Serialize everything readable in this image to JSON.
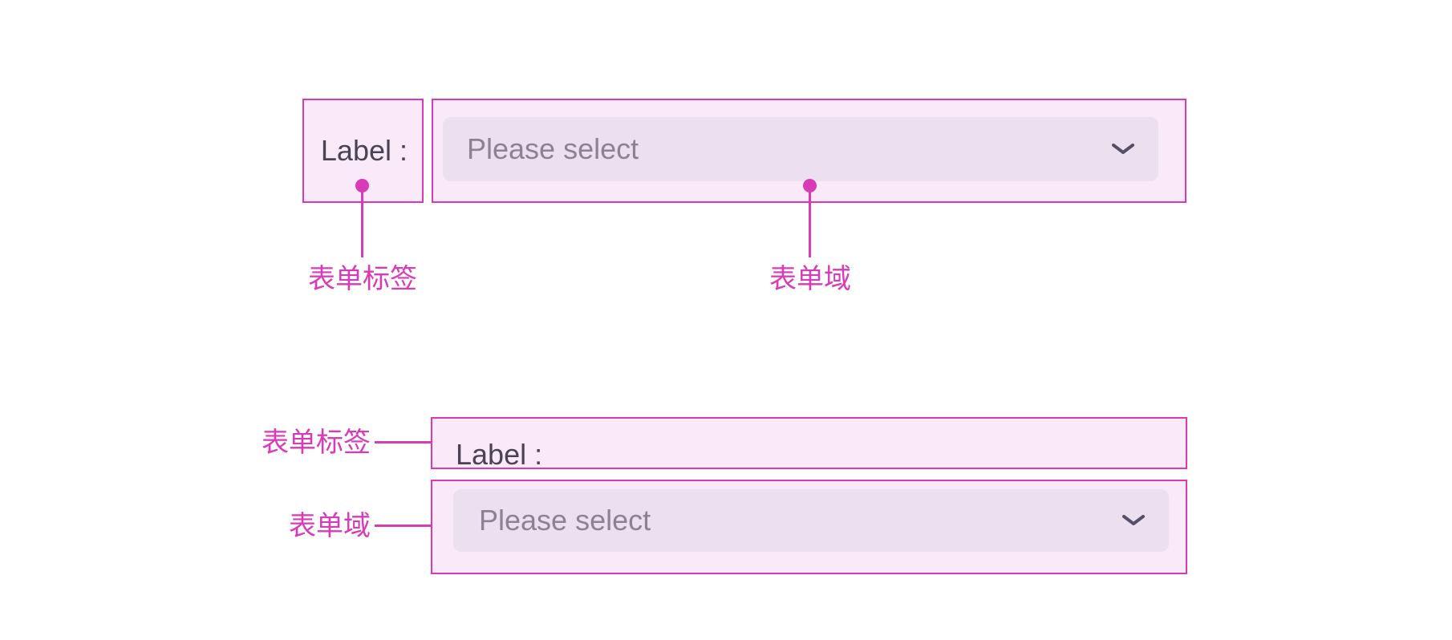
{
  "colors": {
    "magenta": "#d93ab8",
    "box_fill": "#fae9f8",
    "control_fill": "#ecdff0",
    "placeholder_text": "#8b8295",
    "label_text": "#494355",
    "chevron": "#564f68"
  },
  "horizontal_form": {
    "label": "Label :",
    "select": {
      "placeholder": "Please select"
    },
    "callouts": {
      "label": "表单标签",
      "field": "表单域"
    }
  },
  "vertical_form": {
    "label": "Label :",
    "select": {
      "placeholder": "Please select"
    },
    "callouts": {
      "label": "表单标签",
      "field": "表单域"
    }
  }
}
